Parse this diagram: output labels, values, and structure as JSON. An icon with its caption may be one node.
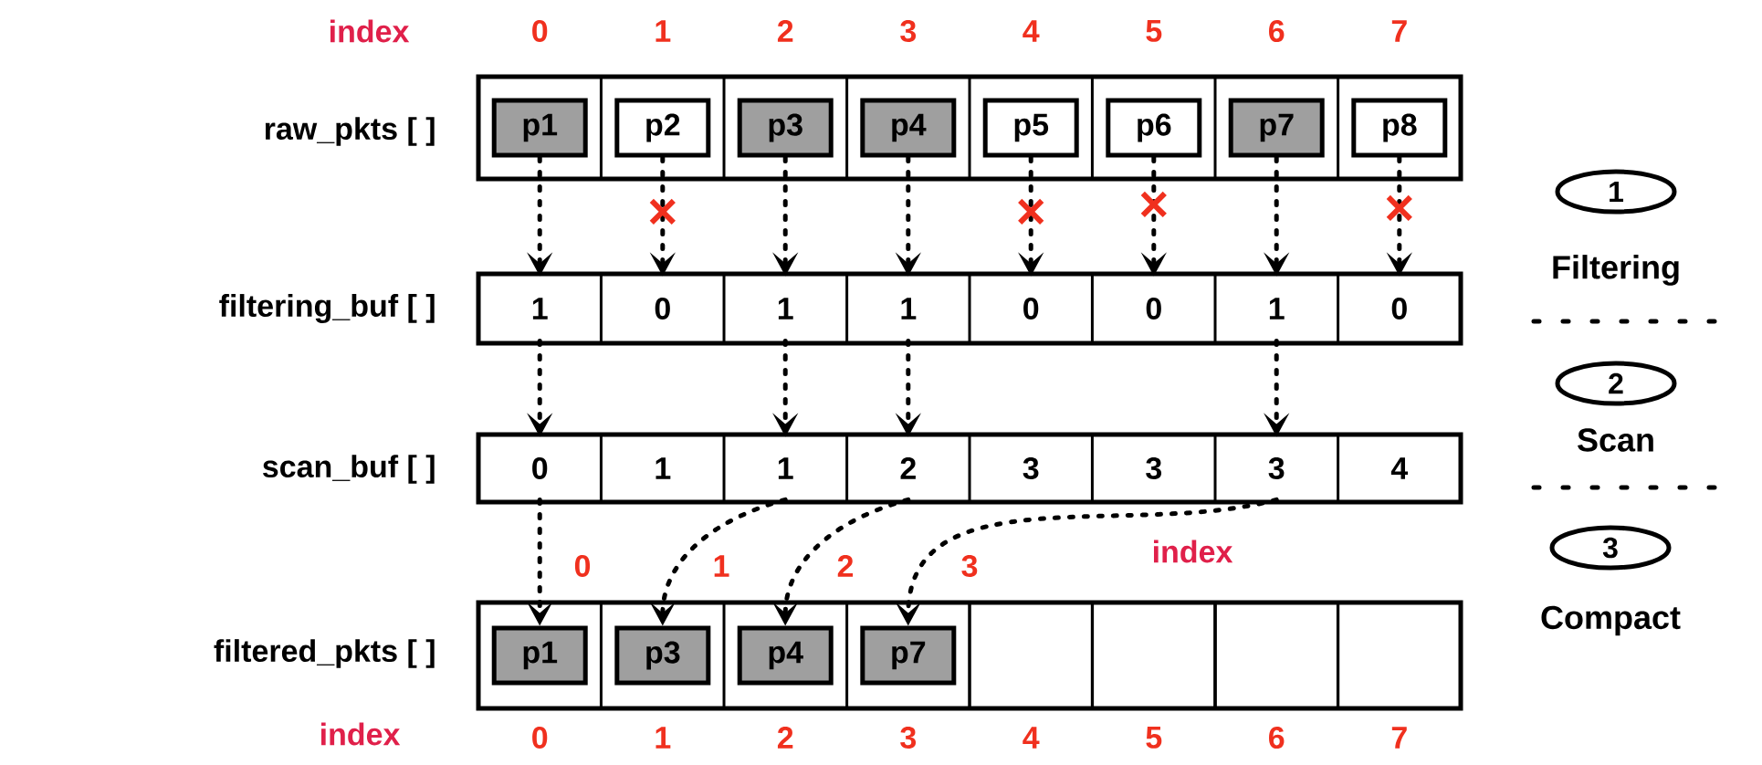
{
  "diagram": {
    "nodes": [
      {
        "text": [
          "p1"
        ]
      },
      {
        "text": [
          "p2"
        ]
      },
      {
        "text": [
          "p3"
        ]
      },
      {
        "text": [
          "p4"
        ]
      },
      {
        "text": [
          "p5"
        ]
      },
      {
        "text": [
          "p6"
        ]
      },
      {
        "text": [
          "p7"
        ]
      },
      {
        "text": [
          "p8"
        ]
      },
      {
        "text": [
          "1"
        ]
      },
      {
        "text": [
          "0"
        ]
      },
      {
        "text": [
          "1"
        ]
      },
      {
        "text": [
          "1"
        ]
      },
      {
        "text": [
          "0"
        ]
      },
      {
        "text": [
          "0"
        ]
      },
      {
        "text": [
          "1"
        ]
      },
      {
        "text": [
          "0"
        ]
      },
      {
        "text": [
          "0"
        ]
      },
      {
        "text": [
          "1"
        ]
      },
      {
        "text": [
          "1"
        ]
      },
      {
        "text": [
          "2"
        ]
      },
      {
        "text": [
          "3"
        ]
      },
      {
        "text": [
          "3"
        ]
      },
      {
        "text": [
          "3"
        ]
      },
      {
        "text": [
          "4"
        ]
      },
      {
        "text": [
          "p1"
        ]
      },
      {
        "text": [
          "p3"
        ]
      },
      {
        "text": [
          "p4"
        ]
      },
      {
        "text": [
          "p7"
        ]
      },
      {
        "text": [],
        "shape": "box"
      },
      {
        "text": [],
        "shape": "box"
      },
      {
        "text": [],
        "shape": "box"
      },
      {
        "text": [],
        "shape": "box"
      },
      {
        "text": [
          "1"
        ],
        "beside": [
          "Filtering"
        ]
      },
      {
        "text": [
          "2"
        ],
        "beside": [
          "Scan"
        ]
      },
      {
        "text": [
          "3"
        ],
        "beside": [
          "Compact"
        ]
      }
    ],
    "edges": [
      {
        "from": 0,
        "to": 8,
        "arrow": "to",
        "style": "dashed"
      },
      {
        "from": 1,
        "to": 9,
        "arrow": "to",
        "style": "dashed"
      },
      {
        "from": 2,
        "to": 10,
        "arrow": "to",
        "style": "dashed"
      },
      {
        "from": 3,
        "to": 11,
        "arrow": "to",
        "style": "dashed"
      },
      {
        "from": 4,
        "to": 12,
        "arrow": "to",
        "style": "dashed"
      },
      {
        "from": 5,
        "to": 13,
        "arrow": "to",
        "style": "dashed"
      },
      {
        "from": 6,
        "to": 14,
        "arrow": "to",
        "style": "dashed"
      },
      {
        "from": 7,
        "to": 15,
        "arrow": "to",
        "style": "dashed"
      },
      {
        "from": 8,
        "to": 16,
        "arrow": "to",
        "style": "dashed"
      },
      {
        "from": 10,
        "to": 18,
        "arrow": "to",
        "style": "dashed"
      },
      {
        "from": 11,
        "to": 19,
        "arrow": "to",
        "style": "dashed"
      },
      {
        "from": 14,
        "to": 22,
        "arrow": "to",
        "style": "dashed"
      },
      {
        "from": 16,
        "to": 24,
        "arrow": "to",
        "style": "dashed"
      },
      {
        "from": 18,
        "to": 25,
        "arrow": "to",
        "style": "dashed"
      },
      {
        "from": 19,
        "to": 26,
        "arrow": "to",
        "style": "dashed"
      },
      {
        "from": 22,
        "to": 27,
        "arrow": "to",
        "style": "dashed"
      }
    ],
    "labels": [
      "index",
      "0",
      "1",
      "2",
      "3",
      "4",
      "5",
      "6",
      "7",
      "raw_pkts [ ]",
      "filtering_buf [ ]",
      "scan_buf [ ]",
      "filtered_pkts [ ]",
      "0",
      "1",
      "2",
      "3",
      "index",
      "index",
      "0",
      "1",
      "2",
      "3",
      "4",
      "5",
      "6",
      "7"
    ]
  }
}
